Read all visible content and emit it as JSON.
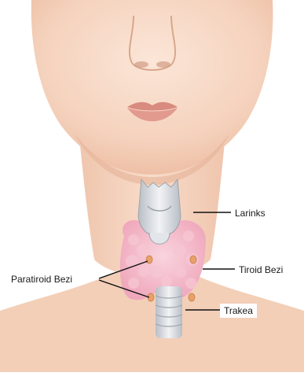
{
  "labels": {
    "larynx": "Larinks",
    "thyroid_gland": "Tiroid Bezi",
    "parathyroid_gland": "Paratiroid Bezi",
    "trachea": "Trakea"
  },
  "colors": {
    "skin": "#f5d2bd",
    "skin_shadow": "#e9b79d",
    "lips": "#d98b7f",
    "thyroid": "#f2b8c8",
    "parathyroid": "#e8a16a",
    "cartilage": "#dfe3e8",
    "leader_line": "#111111"
  }
}
